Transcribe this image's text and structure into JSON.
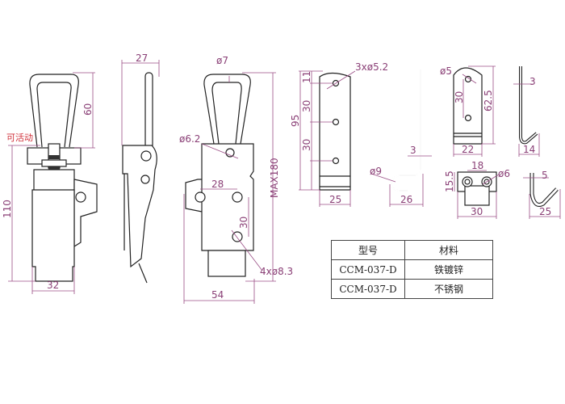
{
  "colors": {
    "dimension": "#9b4f86",
    "annotation": "#d0303a",
    "outline": "#222222"
  },
  "view_front": {
    "movable_note": "可活动",
    "dim_height": "110",
    "dim_handle": "60",
    "dim_width": "32"
  },
  "view_side": {
    "dim_depth": "27"
  },
  "view_back": {
    "dim_handle_dia": "ø7",
    "dim_hole_top": "ø6.2",
    "dim_hole_spacing_x": "28",
    "dim_hole_spacing_y": "30",
    "dim_holes": "4xø8.3",
    "dim_width": "54",
    "dim_max_length": "MAX180"
  },
  "hook_large": {
    "dim_holes": "3xø5.2",
    "dim_top": "11",
    "dim_pitch1": "30",
    "dim_pitch2": "30",
    "dim_total": "95",
    "dim_width": "25"
  },
  "hook_large_side": {
    "dim_thickness": "3",
    "dim_bend": "ø9",
    "dim_depth": "26"
  },
  "hook_small": {
    "dim_hole": "ø5",
    "dim_pitch": "30",
    "dim_height": "62.5",
    "dim_width": "22"
  },
  "hook_small_side": {
    "dim_thickness": "3",
    "dim_depth": "14"
  },
  "keeper": {
    "dim_spacing": "18",
    "dim_hole": "ø6",
    "dim_height": "15.5",
    "dim_width": "30"
  },
  "keeper_side": {
    "dim_thickness": "5",
    "dim_depth": "25"
  },
  "spec_table": {
    "headers": [
      "型号",
      "材料"
    ],
    "rows": [
      [
        "CCM-037-D",
        "铁镀锌"
      ],
      [
        "CCM-037-D",
        "不锈钢"
      ]
    ]
  }
}
